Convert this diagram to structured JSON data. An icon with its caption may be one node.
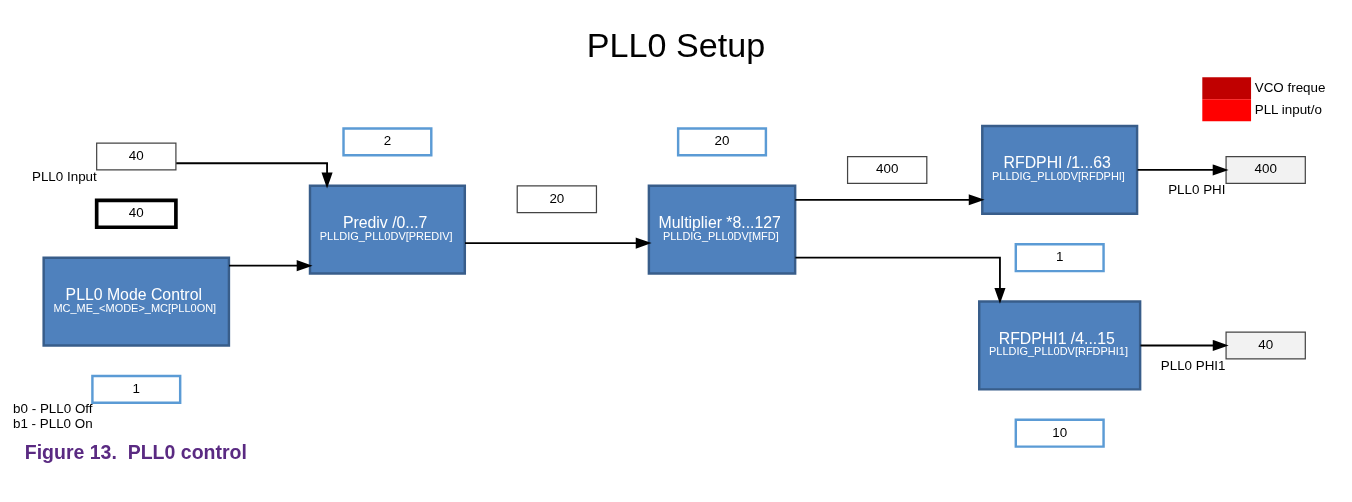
{
  "diagram": {
    "title": "PLL0 Setup",
    "caption": "Figure 13.  PLL0 control",
    "nodes": [
      {
        "text": [
          "40"
        ],
        "beside": [
          "PLL0 Input"
        ]
      },
      {
        "text": [
          "40"
        ]
      },
      {
        "text": [
          "Prediv /0...7",
          "PLLDIG_PLL0DV[PREDIV]"
        ]
      },
      {
        "text": [
          "2"
        ]
      },
      {
        "text": [
          "20"
        ]
      },
      {
        "text": [
          "Multiplier *8...127",
          "PLLDIG_PLL0DV[MFD]"
        ]
      },
      {
        "text": [
          "20"
        ]
      },
      {
        "text": [
          "400"
        ]
      },
      {
        "text": [
          "RFDPHI /1...63",
          "PLLDIG_PLL0DV[RFDPHI]"
        ]
      },
      {
        "text": [
          "1"
        ]
      },
      {
        "text": [
          "RFDPHI1 /4...15",
          "PLLDIG_PLL0DV[RFDPHI1]"
        ]
      },
      {
        "text": [
          "10"
        ]
      },
      {
        "text": [
          "400"
        ],
        "beside": [
          "PLL0 PHI"
        ]
      },
      {
        "text": [
          "40"
        ],
        "beside": [
          "PLL0 PHI1"
        ]
      },
      {
        "text": [
          "PLL0 Mode Control",
          "MC_ME_<MODE>_MC[PLL0ON]"
        ]
      },
      {
        "text": [
          "1"
        ],
        "beside": [
          "b0 - PLL0 Off",
          "b1 - PLL0 On"
        ]
      }
    ],
    "edges": [
      {
        "from": 0,
        "to": 2,
        "arrow": "to"
      },
      {
        "from": 14,
        "to": 2,
        "arrow": "to"
      },
      {
        "from": 2,
        "to": 5,
        "arrow": "to"
      },
      {
        "from": 5,
        "to": 8,
        "arrow": "to"
      },
      {
        "from": 5,
        "to": 10,
        "arrow": "to"
      },
      {
        "from": 8,
        "to": 12,
        "arrow": "to"
      },
      {
        "from": 10,
        "to": 13,
        "arrow": "to"
      }
    ],
    "legend": [
      {
        "text": "VCO freque",
        "color": "#c00000"
      },
      {
        "text": "PLL input/o",
        "color": "#ff0000"
      }
    ]
  }
}
